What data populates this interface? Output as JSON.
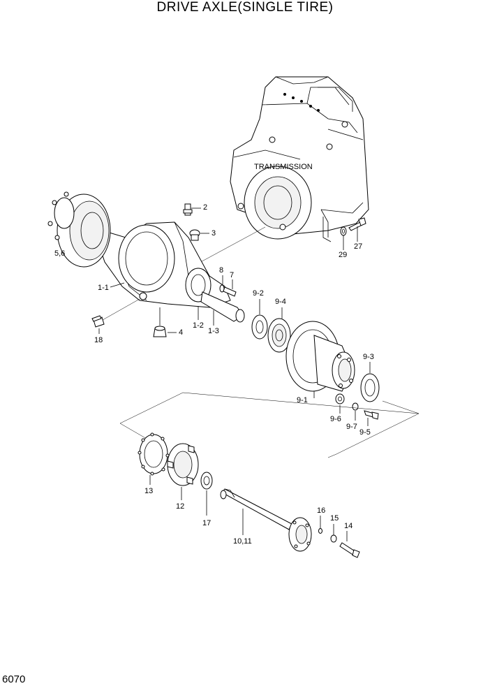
{
  "title": "DRIVE AXLE(SINGLE TIRE)",
  "page_number": "6070",
  "labels": {
    "transmission": "TRANSMISSION",
    "p2": "2",
    "p3": "3",
    "p29": "29",
    "p27": "27",
    "p56": "5,6",
    "p11": "1-1",
    "p8": "8",
    "p7": "7",
    "p92": "9-2",
    "p94": "9-4",
    "p12": "1-2",
    "p13": "1-3",
    "p4": "4",
    "p18": "18",
    "p93": "9-3",
    "p91": "9-1",
    "p96": "9-6",
    "p97": "9-7",
    "p95": "9-5",
    "p13b": "13",
    "p12b": "12",
    "p17": "17",
    "p1011": "10,11",
    "p16": "16",
    "p15": "15",
    "p14": "14"
  }
}
